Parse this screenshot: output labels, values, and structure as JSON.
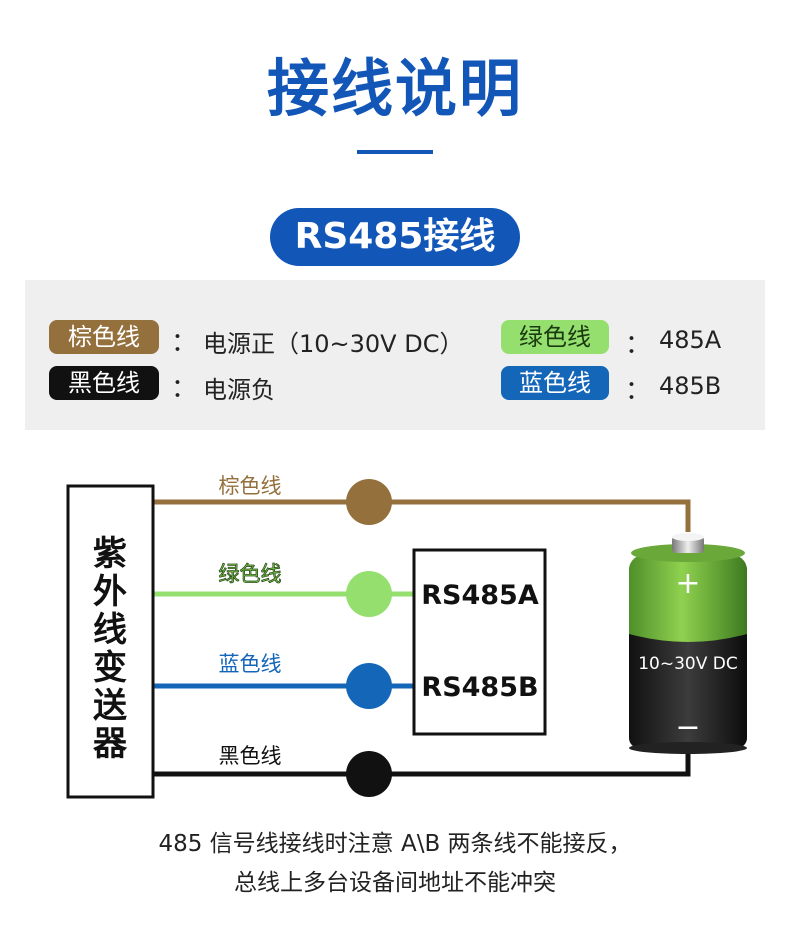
{
  "title": "接线说明",
  "section_label": "RS485接线",
  "legend": [
    {
      "tag": "棕色线",
      "color": "#94703c",
      "text_color": "#ffffff",
      "colon": "：",
      "desc": "电源正（10~30V DC）"
    },
    {
      "tag": "黑色线",
      "color": "#111111",
      "text_color": "#ffffff",
      "colon": "：",
      "desc": "电源负"
    },
    {
      "tag": "绿色线",
      "color": "#95df6f",
      "text_color": "#1b3a10",
      "colon": "：",
      "desc": "485A"
    },
    {
      "tag": "蓝色线",
      "color": "#1466b8",
      "text_color": "#ffffff",
      "colon": "：",
      "desc": "485B"
    }
  ],
  "diagram": {
    "device_label": "紫外线变送器",
    "device_chars": [
      "紫",
      "外",
      "线",
      "变",
      "送",
      "器"
    ],
    "wires": [
      {
        "label": "棕色线",
        "color": "#94703c"
      },
      {
        "label": "绿色线",
        "color": "#95df6f"
      },
      {
        "label": "蓝色线",
        "color": "#1466b8"
      },
      {
        "label": "黑色线",
        "color": "#111111"
      }
    ],
    "rs485": [
      "RS485A",
      "RS485B"
    ],
    "battery": {
      "plus": "+",
      "minus": "−",
      "label": "10~30V DC"
    }
  },
  "note": {
    "line1": "485 信号线接线时注意 A\\B 两条线不能接反，",
    "line2": "总线上多台设备间地址不能冲突"
  }
}
